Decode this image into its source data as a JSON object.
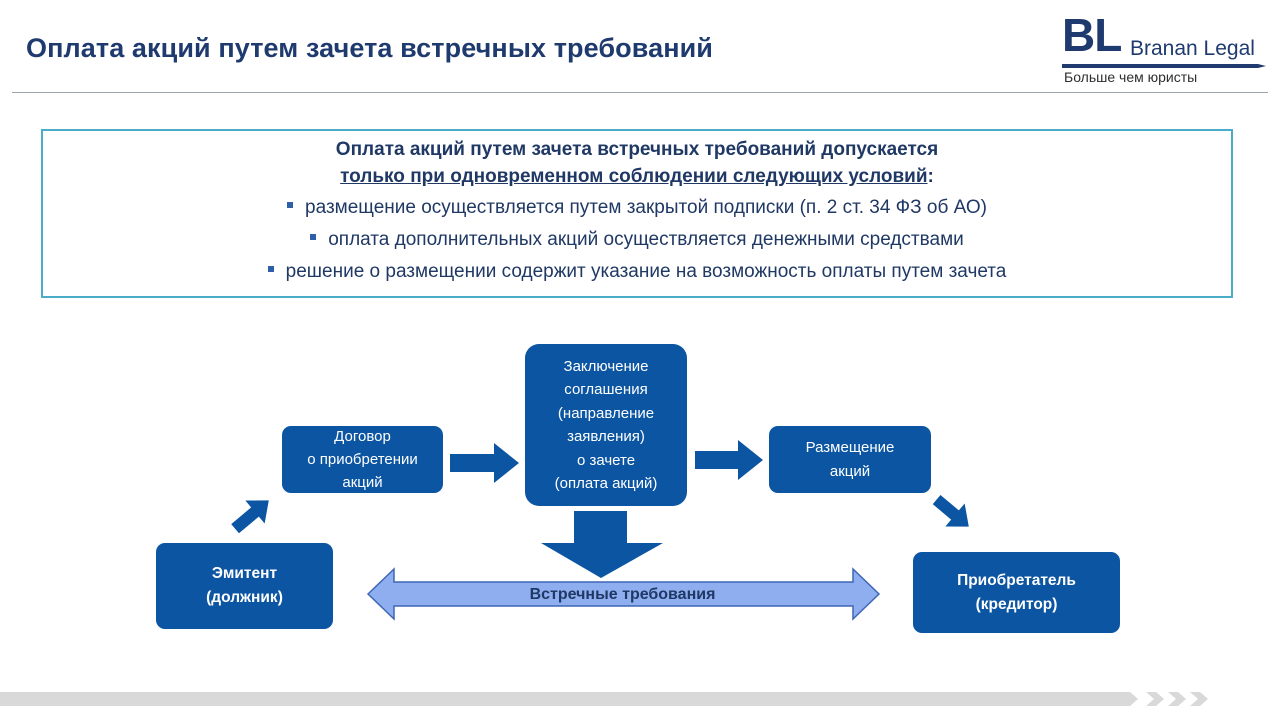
{
  "header": {
    "title": "Оплата акций путем зачета встречных требований"
  },
  "logo": {
    "mark": "BL",
    "name": "Branan Legal",
    "tagline": "Больше чем юристы"
  },
  "conditions": {
    "title": "Оплата акций путем зачета встречных требований допускается",
    "subtitle": "только при одновременном соблюдении следующих условий",
    "subtitle_suffix": ":",
    "items": [
      "размещение осуществляется путем закрытой подписки (п. 2 ст. 34 ФЗ об АО)",
      "оплата дополнительных акций осуществляется денежными средствами",
      "решение о размещении содержит указание на возможность оплаты путем зачета"
    ]
  },
  "diagram": {
    "issuer": "Эмитент\n(должник)",
    "contract": "Договор\nо приобретении\nакций",
    "agreement": "Заключение\nсоглашения\n(направление\nзаявления)\nо зачете\n(оплата акций)",
    "placement": "Размещение\nакций",
    "acquirer": "Приобретатель\n(кредитор)",
    "counter_claims": "Встречные требования"
  },
  "colors": {
    "node_fill": "#0b55a2",
    "arrow_fill": "#0b55a2",
    "double_arrow_fill": "#8eaef0",
    "box_border": "#4aacc6",
    "title_color": "#1f3a6e"
  }
}
